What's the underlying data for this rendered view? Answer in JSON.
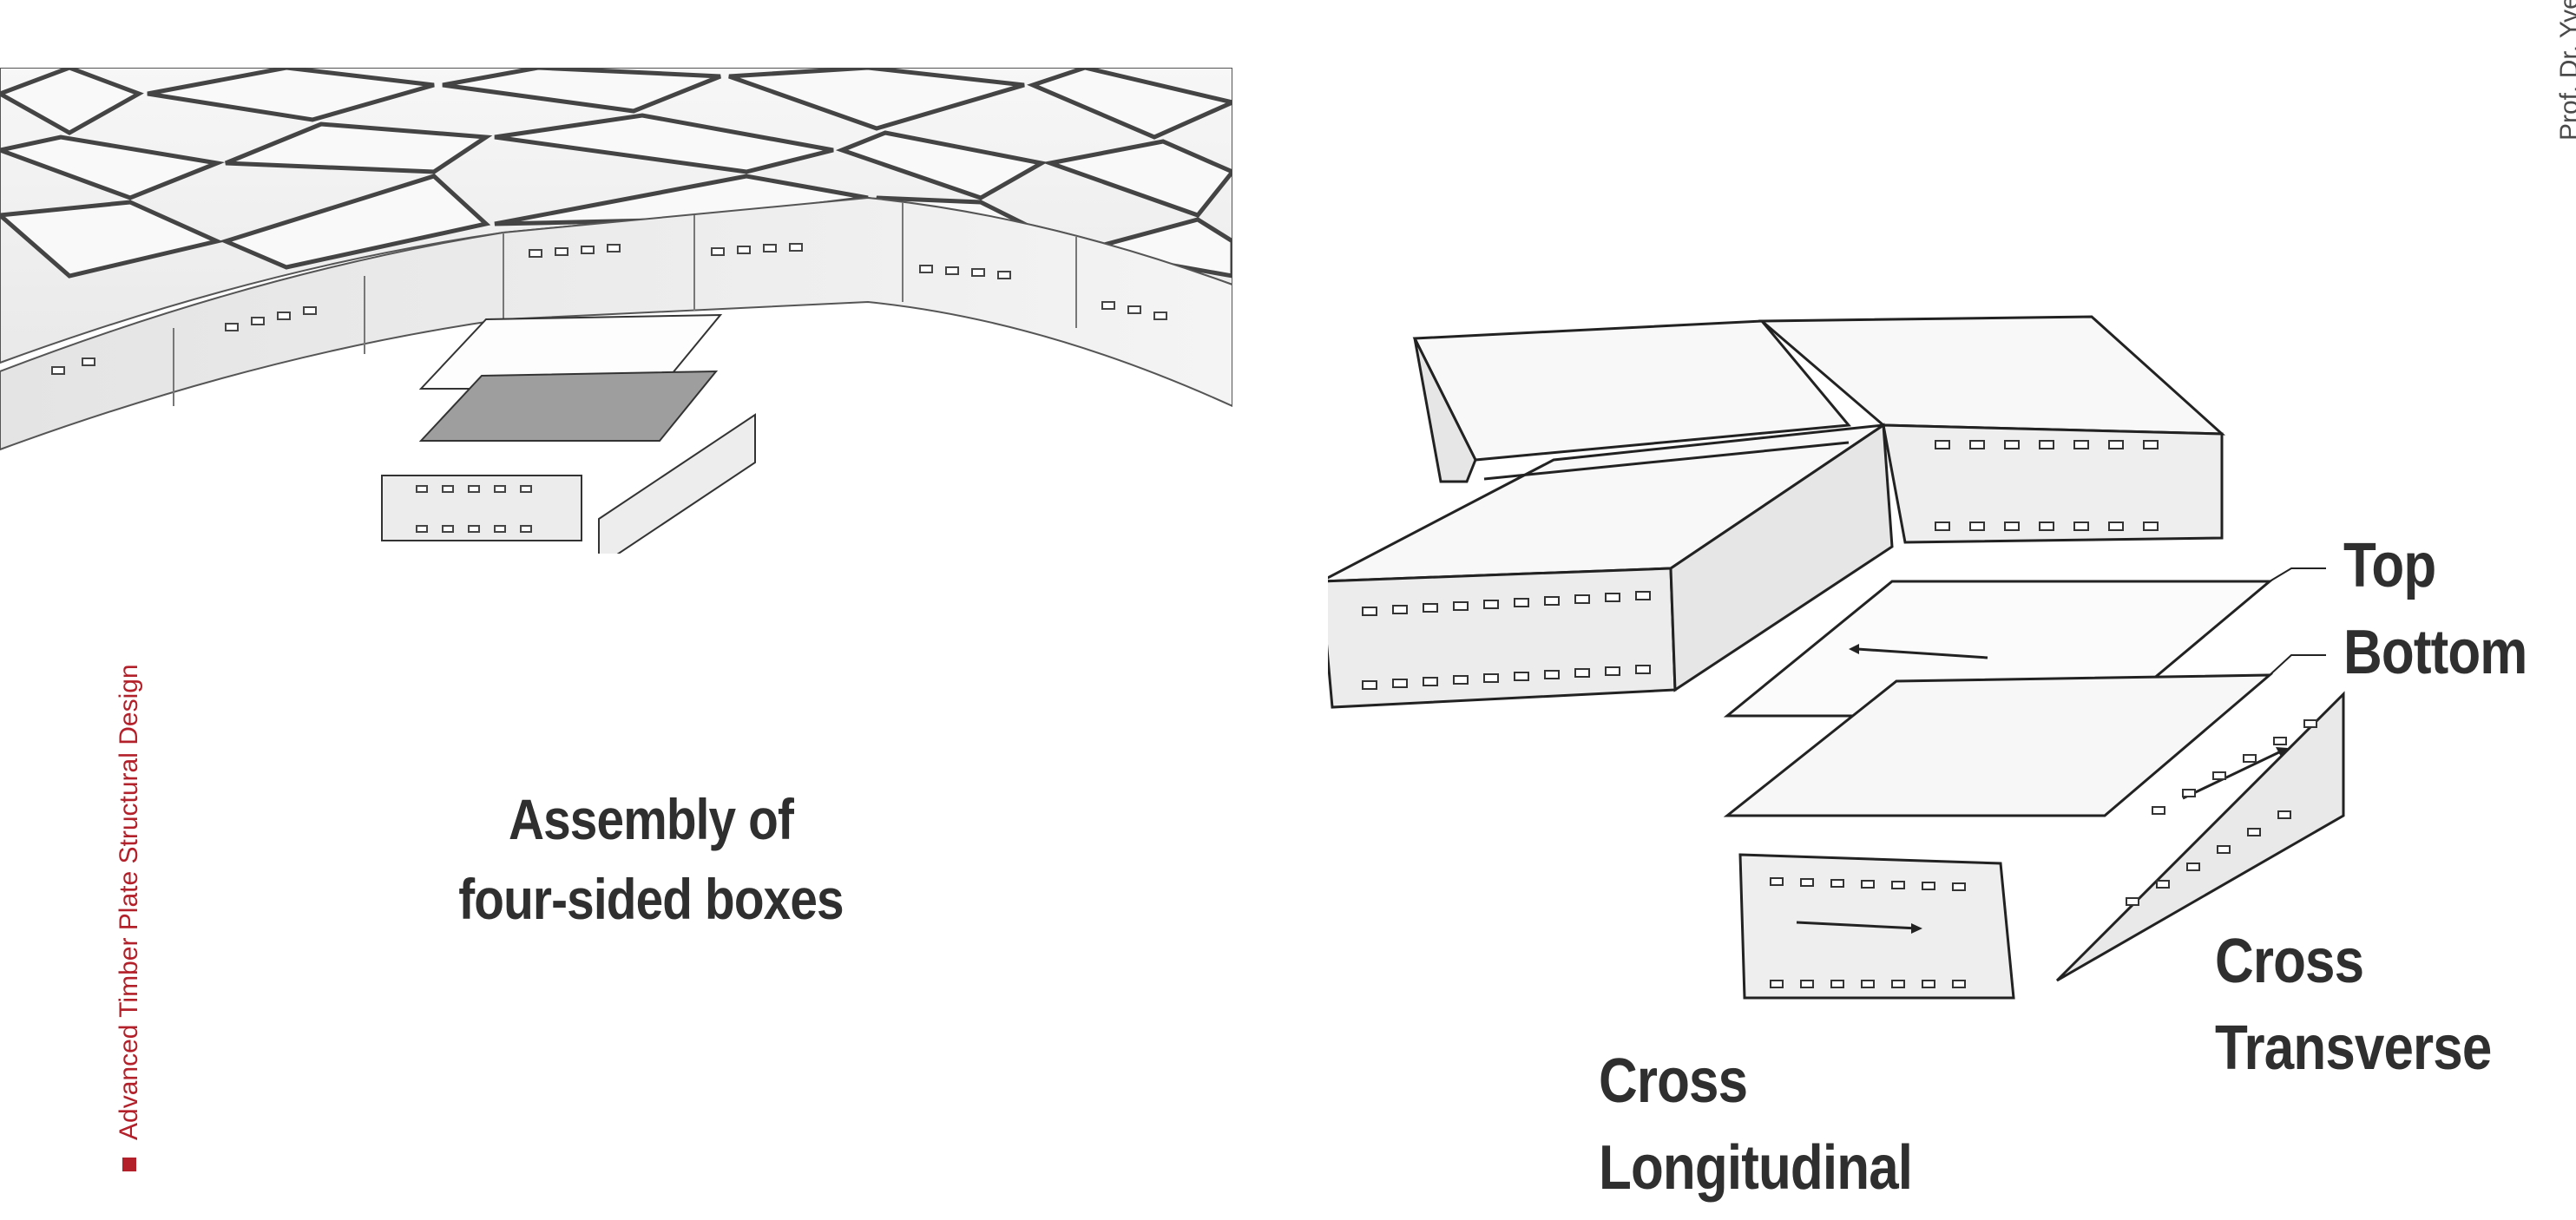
{
  "side_label": "Advanced Timber Plate Structural Design",
  "author": "Prof. Dr. Yve",
  "caption": {
    "line1": "Assembly of",
    "line2": "four-sided boxes"
  },
  "labels": {
    "top": "Top",
    "bottom": "Bottom",
    "cross_transverse_1": "Cross",
    "cross_transverse_2": "Transverse",
    "cross_longitudinal_1": "Cross",
    "cross_longitudinal_2": "Longitudinal"
  },
  "colors": {
    "accent": "#b4202a",
    "text": "#2f2f2f",
    "line": "#222222"
  }
}
